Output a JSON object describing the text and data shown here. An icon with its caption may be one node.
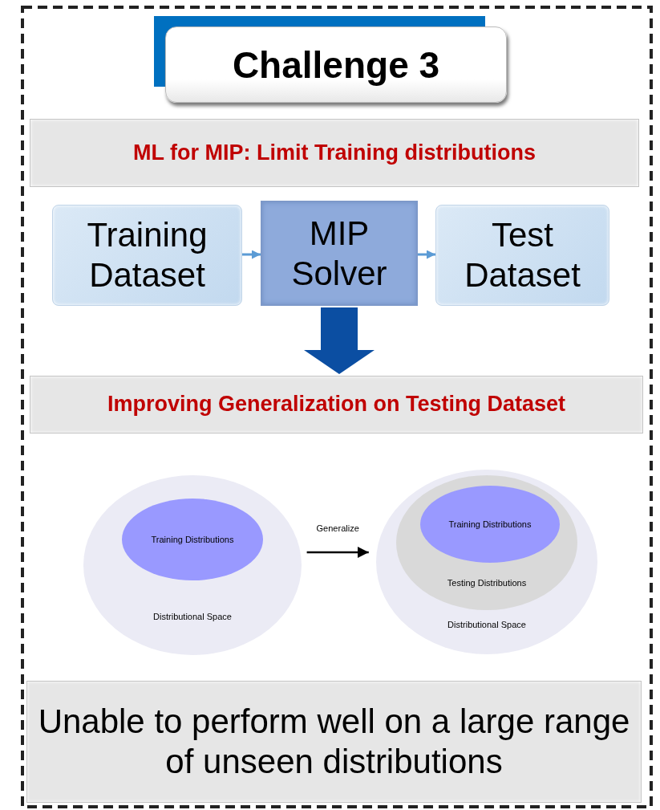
{
  "diagram": {
    "title": "Challenge 3",
    "nodes": [
      {
        "text": [
          "ML for MIP: Limit Training distributions"
        ]
      },
      {
        "text": [
          "Training Dataset"
        ]
      },
      {
        "text": [
          "MIP Solver"
        ]
      },
      {
        "text": [
          "Test Dataset"
        ]
      },
      {
        "text": [
          "Improving Generalization on Testing Dataset"
        ]
      },
      {
        "text": [
          "Distributional Space"
        ]
      },
      {
        "text": [
          "Training Distributions"
        ],
        "in": 5
      },
      {
        "text": [
          "Distributional Space"
        ]
      },
      {
        "text": [
          "Testing Distributions"
        ],
        "in": 7
      },
      {
        "text": [
          "Training Distributions"
        ],
        "in": 8
      },
      {
        "text": [
          "Unable to perform well on a large range of unseen distributions"
        ]
      }
    ],
    "edges": [
      {
        "from": 1,
        "to": 2,
        "arrow": "to"
      },
      {
        "from": 2,
        "to": 3,
        "arrow": "to"
      },
      {
        "from": 2,
        "to": 4,
        "arrow": "to",
        "style": "thick",
        "color": "#0b4ea2"
      },
      {
        "from": 5,
        "to": 7,
        "arrow": "to",
        "label": "Generalize",
        "color": "#000000"
      }
    ]
  }
}
